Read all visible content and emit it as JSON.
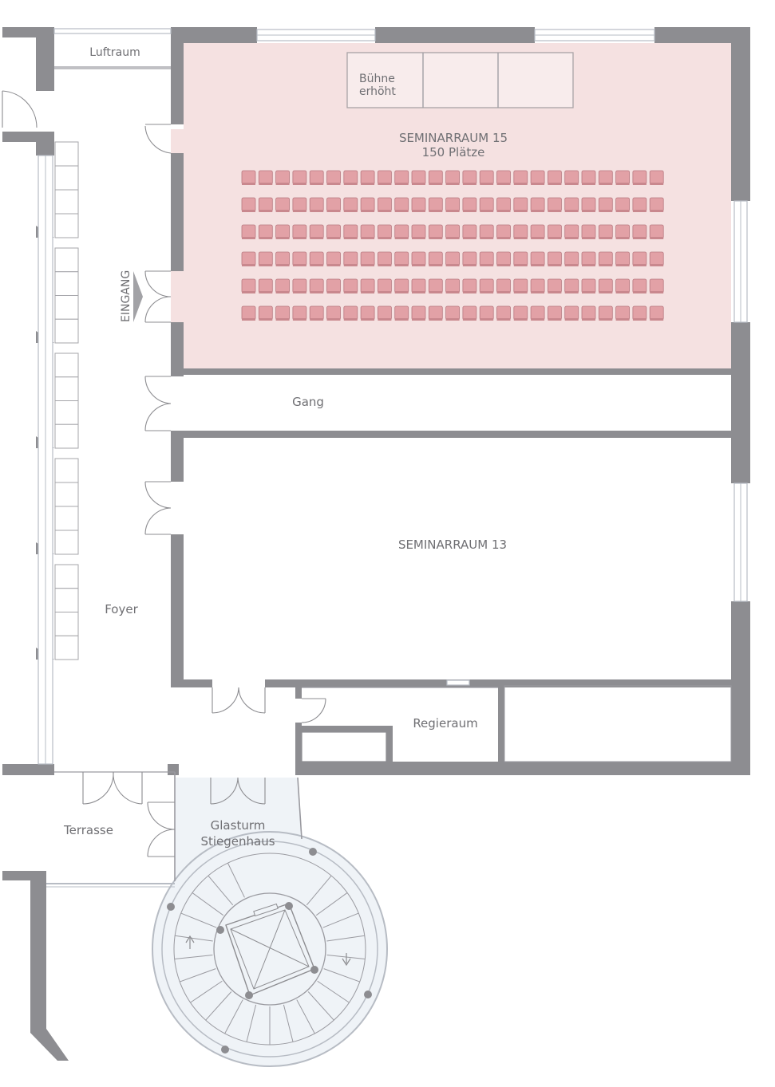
{
  "title": "",
  "colors": {
    "wall": "#8d8d91",
    "seminar15_fill": "#f5e1e1",
    "stage_fill": "#f8ecec",
    "seat_fill": "#e2a1a6",
    "glass_fill": "#eff3f7",
    "text": "#6f6f73"
  },
  "rooms": {
    "luftraum": "Luftraum",
    "stage_line1": "Bühne",
    "stage_line2": "erhöht",
    "seminar15_name": "SEMINARRAUM 15",
    "seminar15_capacity": "150 Plätze",
    "eingang": "EINGANG",
    "gang": "Gang",
    "seminar13_name": "SEMINARRAUM 13",
    "foyer": "Foyer",
    "regieraum": "Regieraum",
    "terrasse": "Terrasse",
    "glasturm_line1": "Glasturm",
    "glasturm_line2": "Stiegenhaus"
  },
  "seating": {
    "rows": 6,
    "seats_per_row": 25
  },
  "icons": {
    "entrance": "entrance-arrow-icon"
  }
}
